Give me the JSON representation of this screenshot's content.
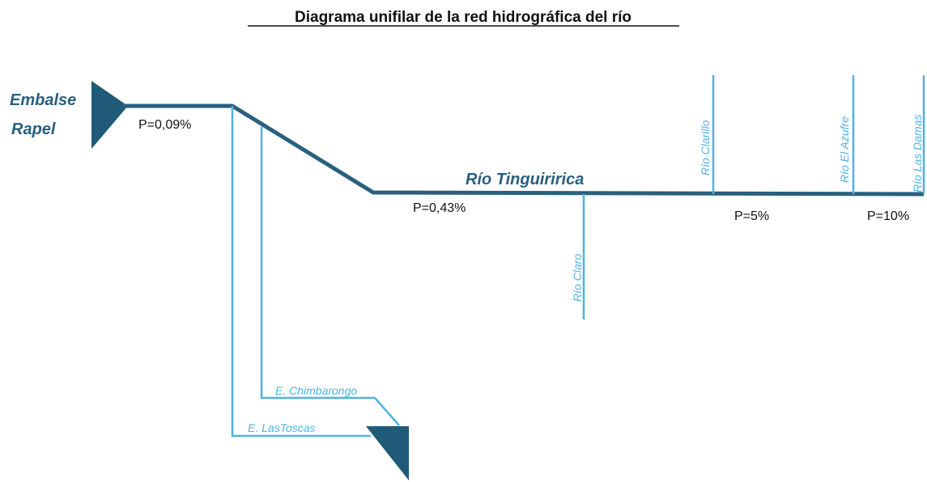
{
  "title": "Diagrama unifilar de la red hidrográfica del río",
  "colors": {
    "main_river": "#2a5f7e",
    "tributary": "#4fb3e0",
    "reservoir": "#1f5a78",
    "title_text": "#111111",
    "label_text": "#111111"
  },
  "reservoir": {
    "line1": "Embalse",
    "line2": "Rapel"
  },
  "main_river": {
    "name": "Río Tinguiririca"
  },
  "slopes": [
    "P=0,09%",
    "P=0,43%",
    "P=5%",
    "P=10%"
  ],
  "tributaries": {
    "claro": "Río Claro",
    "clarillo": "Río Clarillo",
    "azufre": "Río El Azufre",
    "las_damas": "Río Las Damas",
    "chimbarongo": "E. Chimbarongo",
    "las_toscas": "E. LasToscas"
  }
}
